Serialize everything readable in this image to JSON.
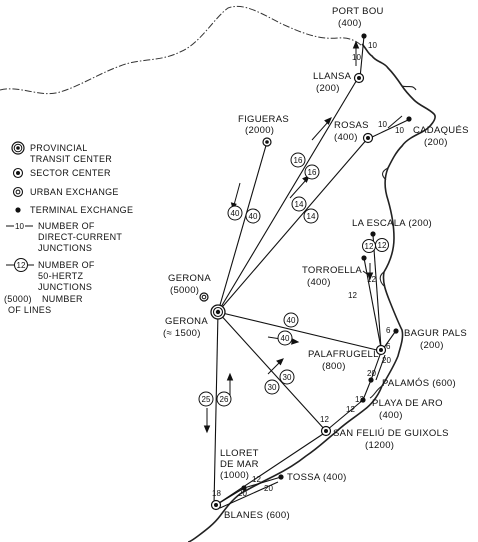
{
  "legend": {
    "provincial_transit_center_1": "PROVINCIAL",
    "provincial_transit_center_2": "TRANSIT CENTER",
    "sector_center": "SECTOR CENTER",
    "urban_exchange": "URBAN EXCHANGE",
    "terminal_exchange": "TERMINAL EXCHANGE",
    "dc_sample": "10",
    "dc_1": "NUMBER OF",
    "dc_2": "DIRECT-CURRENT",
    "dc_3": "JUNCTIONS",
    "hz_sample": "12",
    "hz_1": "NUMBER OF",
    "hz_2": "50-HERTZ",
    "hz_3": "JUNCTIONS",
    "lines_sample": "(5000)",
    "lines_1": "NUMBER",
    "lines_2": "OF LINES"
  },
  "places": {
    "port_bou": {
      "name": "PORT BOU",
      "lines": "(400)"
    },
    "llansa": {
      "name": "LLANSA",
      "lines": "(200)"
    },
    "figueras": {
      "name": "FIGUERAS",
      "lines": "(2000)"
    },
    "rosas": {
      "name": "ROSAS",
      "lines": "(400)"
    },
    "cadaques": {
      "name": "CADAQUÉS",
      "lines": "(200)"
    },
    "la_escala": {
      "name": "LA ESCALA (200)"
    },
    "torroella": {
      "name": "TORROELLA",
      "lines": "(400)"
    },
    "bagur_pals": {
      "name": "BAGUR PALS",
      "lines": "(200)"
    },
    "palafrugell": {
      "name": "PALAFRUGELL",
      "lines": "(800)"
    },
    "palamos": {
      "name": "PALAMÓS (600)"
    },
    "playa_de_aro": {
      "name": "PLAYA DE ARO",
      "lines": "(400)"
    },
    "san_feliu": {
      "name": "SAN FELIÚ DE GUIXOLS",
      "lines": "(1200)"
    },
    "lloret": {
      "name_1": "LLORET",
      "name_2": "DE MAR",
      "lines": "(1000)"
    },
    "tossa": {
      "name": "TOSSA (400)"
    },
    "blanes": {
      "name": "BLANES (600)"
    },
    "gerona_urban": {
      "name": "GERONA",
      "lines": "(5000)"
    },
    "gerona_transit": {
      "name": "GERONA",
      "lines": "(≈ 1500)"
    }
  },
  "junctions": {
    "portbou_llansa_dc": "10",
    "portbou_llansa_dc2": "10",
    "rosas_cadaques_dc_a": "10",
    "rosas_cadaques_dc_b": "10",
    "gerona_llansa_hz_a": "16",
    "gerona_llansa_hz_b": "16",
    "gerona_rosas_hz_a": "14",
    "gerona_rosas_hz_b": "14",
    "gerona_figueras_hz_a": "40",
    "gerona_figueras_hz_b": "40",
    "gerona_palafrugell_hz_a": "40",
    "gerona_palafrugell_hz_b": "40",
    "gerona_sanfeliu_hz_a": "30",
    "gerona_sanfeliu_hz_b": "30",
    "gerona_blanes_hz_a": "25",
    "gerona_blanes_hz_b": "26",
    "laescala_palafrugell_hz": "12",
    "torroella_palafrugell_hz": "12",
    "torroella_palafrugell_dc_a": "12",
    "torroella_palafrugell_dc_b": "12",
    "bagur_palafrugell_dc_a": "6",
    "bagur_palafrugell_dc_b": "6",
    "palamos_palafrugell_dc_a": "20",
    "palamos_palafrugell_dc_b": "20",
    "playa_sanfeliu_dc_a": "12",
    "playa_sanfeliu_dc_b": "12",
    "sanfeliu_palamos_dc": "12",
    "tossa_lloret_dc_a": "12",
    "tossa_lloret_dc_b": "20",
    "blanes_lloret_dc_a": "18",
    "blanes_lloret_dc_b": "20"
  }
}
